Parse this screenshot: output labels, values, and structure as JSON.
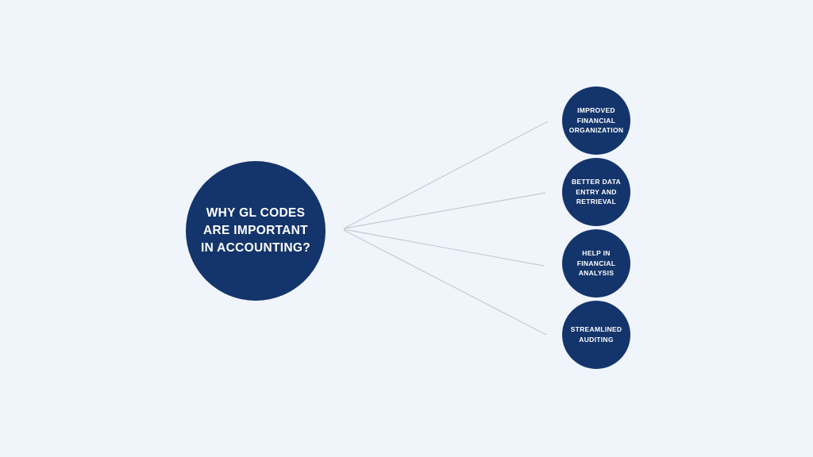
{
  "colors": {
    "bg": "#f0f4fb",
    "node": "#14356b",
    "node-text": "#ffffff",
    "connector": "#c6cad1"
  },
  "diagram": {
    "central": {
      "label": "WHY GL CODES\nARE IMPORTANT\nIN ACCOUNTING?"
    },
    "branches": [
      {
        "label": "IMPROVED\nFINANCIAL\nORGANIZATION"
      },
      {
        "label": "BETTER DATA\nENTRY AND\nRETRIEVAL"
      },
      {
        "label": "HELP IN\nFINANCIAL\nANALYSIS"
      },
      {
        "label": "STREAMLINED\nAUDITING"
      }
    ]
  }
}
